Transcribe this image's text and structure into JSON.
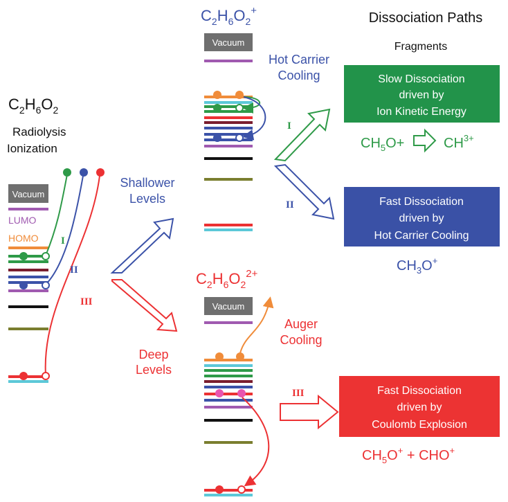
{
  "molecule": {
    "c": "C",
    "h": "H",
    "o": "O",
    "n1": "2",
    "n2": "6",
    "n3": "2",
    "cation_charge": "+",
    "dication_charge": "2+"
  },
  "left": {
    "radiolysis": "Radiolysis",
    "ionization": "Ionization",
    "vacuum": "Vacuum",
    "lumo": "LUMO",
    "homo": "HOMO"
  },
  "pathways": {
    "i": "I",
    "ii": "II",
    "iii": "III"
  },
  "branches": {
    "shallower_line1": "Shallower",
    "shallower_line2": "Levels",
    "deep_line1": "Deep",
    "deep_line2": "Levels"
  },
  "middle": {
    "vacuum": "Vacuum",
    "hot_carrier_line1": "Hot Carrier",
    "hot_carrier_line2": "Cooling",
    "auger_line1": "Auger",
    "auger_line2": "Cooling"
  },
  "right": {
    "heading": "Dissociation Paths",
    "fragments": "Fragments",
    "slow_box": [
      "Slow Dissociation",
      "driven by",
      "Ion Kinetic Energy"
    ],
    "fast_hot_box": [
      "Fast Dissociation",
      "driven by",
      "Hot Carrier Cooling"
    ],
    "fast_coulomb_box": [
      "Fast Dissociation",
      "driven by",
      "Coulomb Explosion"
    ],
    "slow_products": {
      "a_main": "CH",
      "a_sub": "5",
      "a_sup": "O+",
      "b_main": "CH",
      "b_sup": "3+"
    },
    "hot_products": {
      "main": "CH",
      "sub": "3",
      "tail": "O",
      "sup": "+"
    },
    "coulomb_products": {
      "a_main": "CH",
      "a_sub": "5",
      "a_tail": "O",
      "a_sup": "+",
      "plus": " + ",
      "b": "CHO",
      "b_sup": "+"
    }
  },
  "colors": {
    "green": "#2e9a48",
    "blue": "#3b52a8",
    "red": "#ec3133",
    "orange": "#f08c3a",
    "purple": "#a05ab0",
    "gray": "#6f6f6f",
    "olive": "#7a7e2f",
    "cyan": "#5cc8d8",
    "maroon": "#7a1d2e",
    "black": "#111111",
    "box_green": "#22934a",
    "box_blue": "#3a51a6",
    "box_red": "#ec3333"
  }
}
